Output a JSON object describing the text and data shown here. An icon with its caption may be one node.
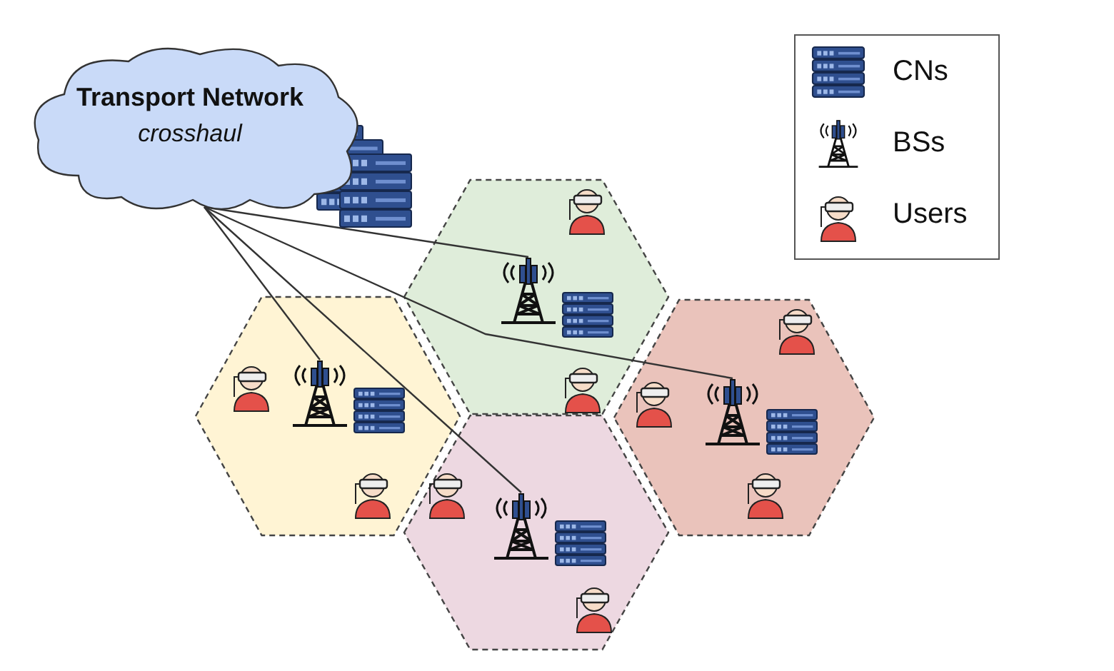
{
  "diagram": {
    "nodes": [
      {
        "text": [
          "Transport Network",
          "crosshaul"
        ]
      },
      {
        "text": [],
        "shape": "hexagon"
      },
      {
        "text": [],
        "shape": "hexagon"
      },
      {
        "text": [],
        "shape": "hexagon"
      },
      {
        "text": [],
        "shape": "hexagon"
      },
      {
        "text": [],
        "shape": "picture",
        "in": 1
      },
      {
        "text": [],
        "shape": "picture",
        "in": 2
      },
      {
        "text": [],
        "shape": "picture",
        "in": 3
      },
      {
        "text": [],
        "shape": "picture",
        "in": 4
      }
    ],
    "edges": [
      {
        "from": 0,
        "to": 5,
        "arrow": "none"
      },
      {
        "from": 0,
        "to": 7,
        "arrow": "none"
      },
      {
        "from": 0,
        "to": 6,
        "arrow": "none"
      },
      {
        "from": 0,
        "to": 8,
        "arrow": "none"
      }
    ],
    "legend": [
      {
        "text": "CNs"
      },
      {
        "text": "BSs"
      },
      {
        "text": "Users"
      }
    ]
  }
}
